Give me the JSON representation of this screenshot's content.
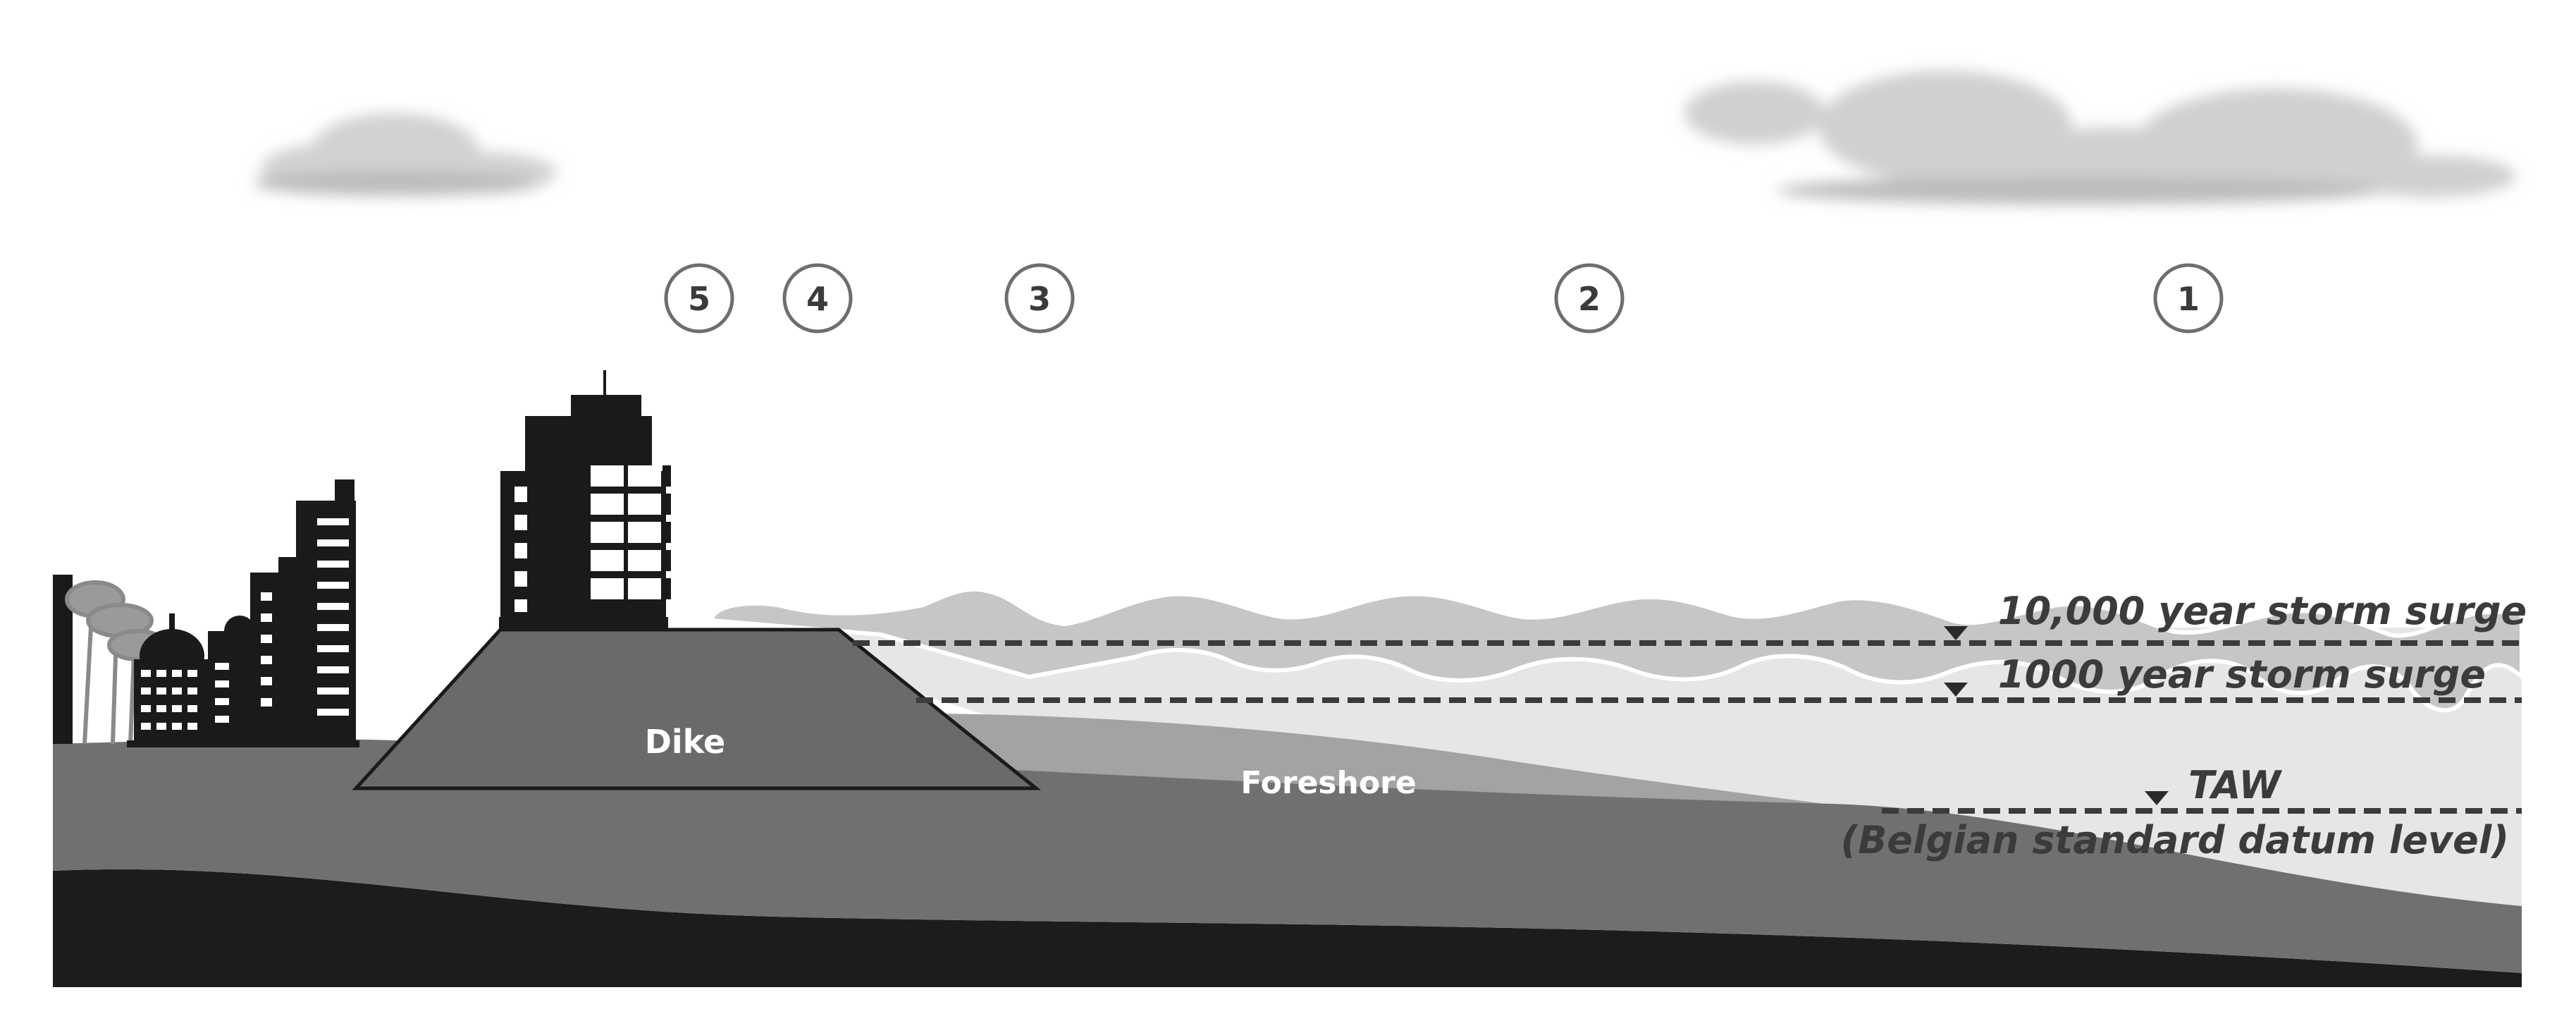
{
  "zones": [
    "1",
    "2",
    "3",
    "4",
    "5"
  ],
  "labels": {
    "dike": "Dike",
    "foreshore": "Foreshore"
  },
  "levels": {
    "storm_10000": "10,000 year storm surge",
    "storm_1000": "1000 year storm surge",
    "taw": "TAW",
    "taw_note": "(Belgian standard datum level)"
  },
  "colors": {
    "deep_ground": "#1c1c1c",
    "ground": "#707073",
    "dike": "#6a6a6d",
    "foreshore": "#a3a3a6",
    "sea": "#e6e6e6",
    "wave_back": "#c6c6c6",
    "buildings": "#1a1a1a",
    "text": "#3b3b3b"
  }
}
